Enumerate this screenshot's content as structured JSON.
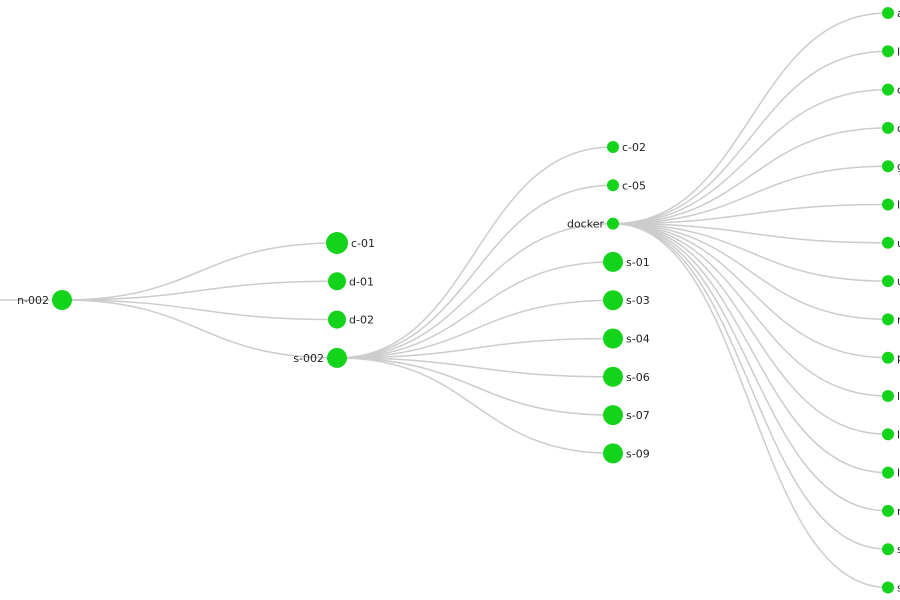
{
  "colors": {
    "node": "#13d41a",
    "link": "#cccccc",
    "text": "#222222"
  },
  "tree": {
    "name": "n-002",
    "children": [
      {
        "name": "c-01"
      },
      {
        "name": "d-01"
      },
      {
        "name": "d-02"
      },
      {
        "name": "s-002",
        "children": [
          {
            "name": "c-02"
          },
          {
            "name": "c-05"
          },
          {
            "name": "docker",
            "children": [
              {
                "name": "a"
              },
              {
                "name": "l"
              },
              {
                "name": "c"
              },
              {
                "name": "c"
              },
              {
                "name": "g"
              },
              {
                "name": "l"
              },
              {
                "name": "u"
              },
              {
                "name": "u"
              },
              {
                "name": "n"
              },
              {
                "name": "p"
              },
              {
                "name": "l"
              },
              {
                "name": "l"
              },
              {
                "name": "l"
              },
              {
                "name": "n"
              },
              {
                "name": "s"
              },
              {
                "name": "s"
              }
            ]
          },
          {
            "name": "s-01"
          },
          {
            "name": "s-03"
          },
          {
            "name": "s-04"
          },
          {
            "name": "s-06"
          },
          {
            "name": "s-07"
          },
          {
            "name": "s-09"
          }
        ]
      }
    ]
  }
}
